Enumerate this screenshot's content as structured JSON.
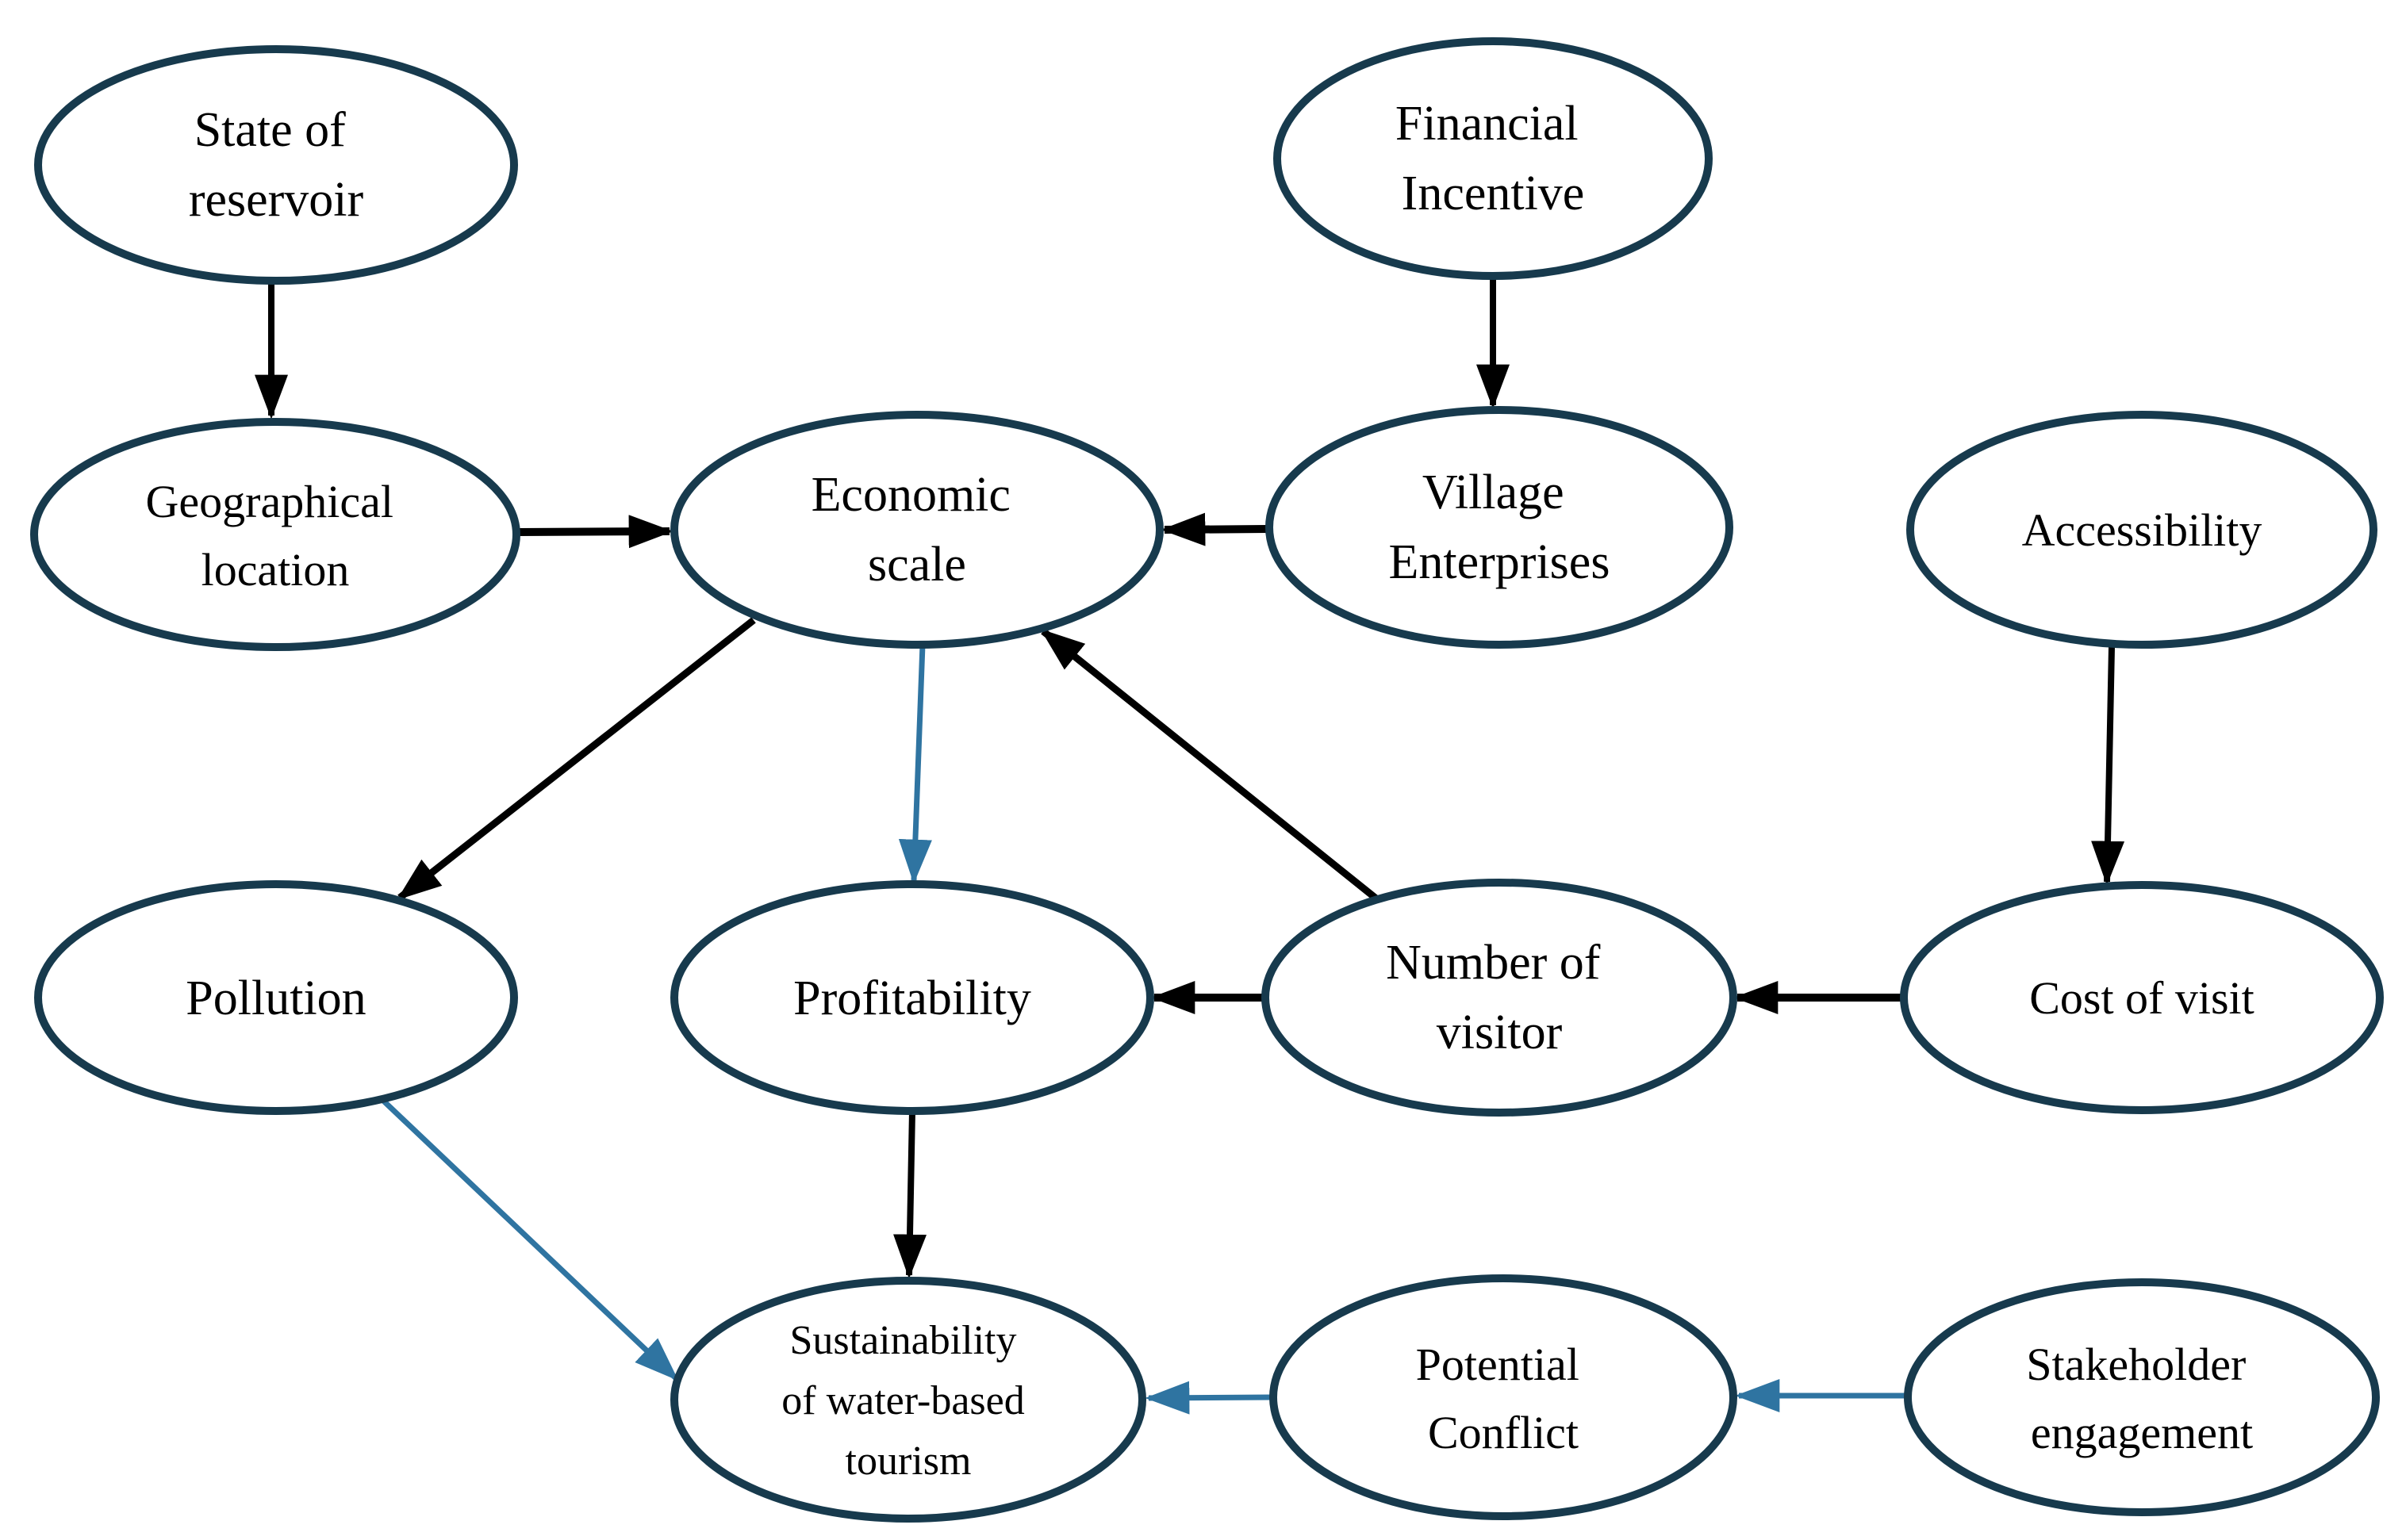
{
  "colors": {
    "node_stroke": "#173a4d",
    "node_fill": "#ffffff",
    "arrow_black": "#000000",
    "arrow_blue": "#2f74a1",
    "text": "#000000",
    "background": "#ffffff"
  },
  "nodes": [
    {
      "id": "state-of-reservoir",
      "label": "State of reservoir",
      "lines": [
        "State of",
        "reservoir"
      ]
    },
    {
      "id": "financial-incentive",
      "label": "Financial Incentive",
      "lines": [
        "Financial",
        "Incentive"
      ]
    },
    {
      "id": "geographical-location",
      "label": "Geographical location",
      "lines": [
        "Geographical",
        "location"
      ]
    },
    {
      "id": "economic-scale",
      "label": "Economic scale",
      "lines": [
        "Economic",
        "scale"
      ]
    },
    {
      "id": "village-enterprises",
      "label": "Village Enterprises",
      "lines": [
        "Village",
        "Enterprises"
      ]
    },
    {
      "id": "accessibility",
      "label": "Accessibility",
      "lines": [
        "Accessibility"
      ]
    },
    {
      "id": "pollution",
      "label": "Pollution",
      "lines": [
        "Pollution"
      ]
    },
    {
      "id": "profitability",
      "label": "Profitability",
      "lines": [
        "Profitability"
      ]
    },
    {
      "id": "number-of-visitor",
      "label": "Number of visitor",
      "lines": [
        "Number of",
        "visitor"
      ]
    },
    {
      "id": "cost-of-visit",
      "label": "Cost of visit",
      "lines": [
        "Cost of visit"
      ]
    },
    {
      "id": "sustainability-of-water-based-tourism",
      "label": "Sustainability of water-based tourism",
      "lines": [
        "Sustainability",
        "of water-based",
        "tourism"
      ]
    },
    {
      "id": "potential-conflict",
      "label": "Potential Conflict",
      "lines": [
        "Potential",
        "Conflict"
      ]
    },
    {
      "id": "stakeholder-engagement",
      "label": "Stakeholder engagement",
      "lines": [
        "Stakeholder",
        "engagement"
      ]
    }
  ],
  "edges": [
    {
      "from": "State of reservoir",
      "to": "Geographical location",
      "color": "black"
    },
    {
      "from": "Financial Incentive",
      "to": "Village Enterprises",
      "color": "black"
    },
    {
      "from": "Geographical location",
      "to": "Economic scale",
      "color": "black"
    },
    {
      "from": "Village Enterprises",
      "to": "Economic scale",
      "color": "black"
    },
    {
      "from": "Accessibility",
      "to": "Cost of visit",
      "color": "black"
    },
    {
      "from": "Economic scale",
      "to": "Pollution",
      "color": "black"
    },
    {
      "from": "Economic scale",
      "to": "Profitability",
      "color": "blue"
    },
    {
      "from": "Number of visitor",
      "to": "Economic scale",
      "color": "black"
    },
    {
      "from": "Cost of visit",
      "to": "Number of visitor",
      "color": "black"
    },
    {
      "from": "Number of visitor",
      "to": "Profitability",
      "color": "black"
    },
    {
      "from": "Profitability",
      "to": "Sustainability of water-based tourism",
      "color": "black"
    },
    {
      "from": "Pollution",
      "to": "Sustainability of water-based tourism",
      "color": "blue"
    },
    {
      "from": "Potential Conflict",
      "to": "Sustainability of water-based tourism",
      "color": "blue"
    },
    {
      "from": "Stakeholder engagement",
      "to": "Potential Conflict",
      "color": "blue"
    }
  ]
}
